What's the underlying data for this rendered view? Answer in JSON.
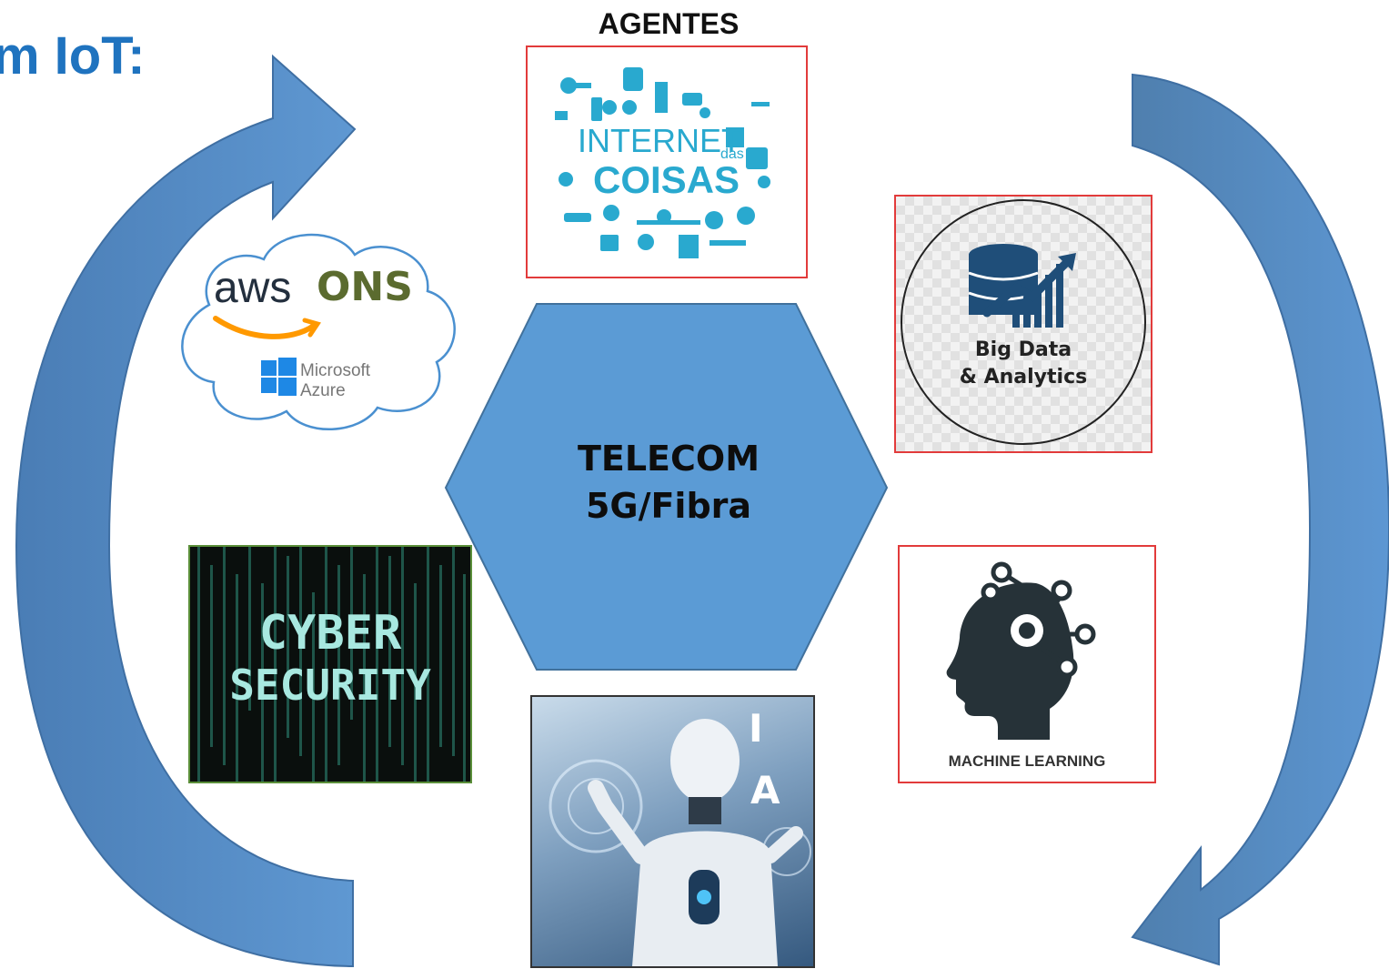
{
  "title": "m IoT:",
  "top_label": "AGENTES",
  "center": {
    "line1": "TELECOM",
    "line2": "5G/Fibra"
  },
  "panels": {
    "iot": {
      "line1": "INTERNET",
      "small": "das",
      "line2": "COISAS"
    },
    "cloud": {
      "aws": "aws",
      "ons": "ONS",
      "ms1": "Microsoft",
      "ms2": "Azure"
    },
    "bigdata": {
      "line1": "Big Data",
      "line2": "& Analytics"
    },
    "ml": {
      "label": "MACHINE LEARNING"
    },
    "cyber": {
      "line1": "CYBER",
      "line2": "SECURITY"
    },
    "ia": {
      "letter1": "I",
      "letter2": "A"
    }
  },
  "colors": {
    "arrow": "#5b95d0",
    "arrow_dark": "#3f6fa3",
    "hexagon": "#5b9bd5",
    "title": "#1f73bf",
    "frame_red": "#e23b3b",
    "iot_cyan": "#29a9cf"
  }
}
